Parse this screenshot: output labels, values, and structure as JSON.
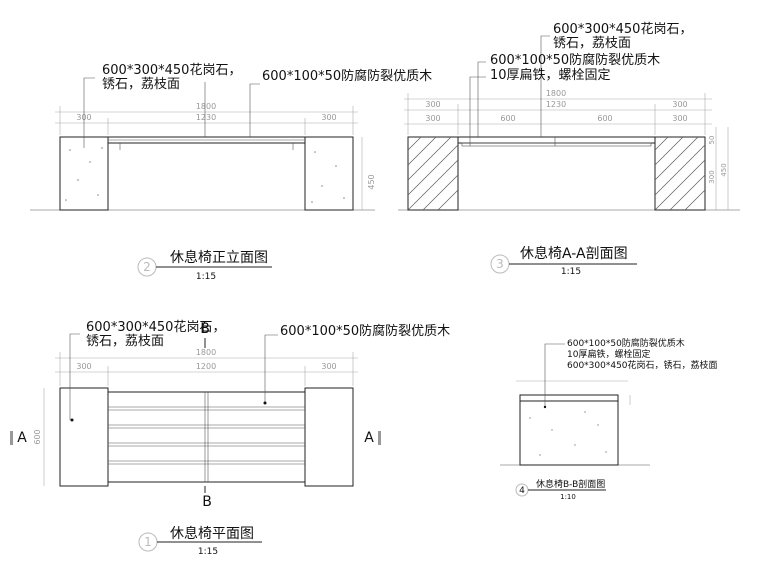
{
  "elevation": {
    "note_stone": [
      "600*300*450花岗石，",
      "锈石，荔枝面"
    ],
    "note_wood": "600*100*50防腐防裂优质木",
    "dims_top": [
      "1800"
    ],
    "dims_mid": [
      "300",
      "1230",
      "300"
    ],
    "dim_height": "450",
    "number": "2",
    "title": "休息椅正立面图",
    "scale": "1:15"
  },
  "section_aa": {
    "note_stone": [
      "600*300*450花岗石，",
      "锈石，荔枝面"
    ],
    "note_wood": "600*100*50防腐防裂优质木",
    "note_iron": "10厚扁铁，螺栓固定",
    "dims_top": [
      "1800"
    ],
    "dims_mid": [
      "300",
      "1230",
      "300"
    ],
    "dims_low": [
      "300",
      "600",
      "600",
      "300"
    ],
    "dims_right": [
      "50",
      "300",
      "450"
    ],
    "number": "3",
    "title": "休息椅A-A剖面图",
    "scale": "1:15"
  },
  "plan": {
    "note_stone": [
      "600*300*450花岗石，",
      "锈石，荔枝面"
    ],
    "note_wood": "600*100*50防腐防裂优质木",
    "dims_top": [
      "1800"
    ],
    "dims_mid": [
      "300",
      "1200",
      "300"
    ],
    "dim_left": "600",
    "marker_b_top": "B",
    "marker_b_bottom": "B",
    "marker_a_left": "A",
    "marker_a_right": "A",
    "number": "1",
    "title": "休息椅平面图",
    "scale": "1:15"
  },
  "section_bb": {
    "notes": [
      "600*100*50防腐防裂优质木",
      "10厚扁铁，螺栓固定",
      "600*300*450花岗石，锈石，荔枝面"
    ],
    "number": "4",
    "title": "休息椅B-B剖面图",
    "scale": "1:10"
  }
}
